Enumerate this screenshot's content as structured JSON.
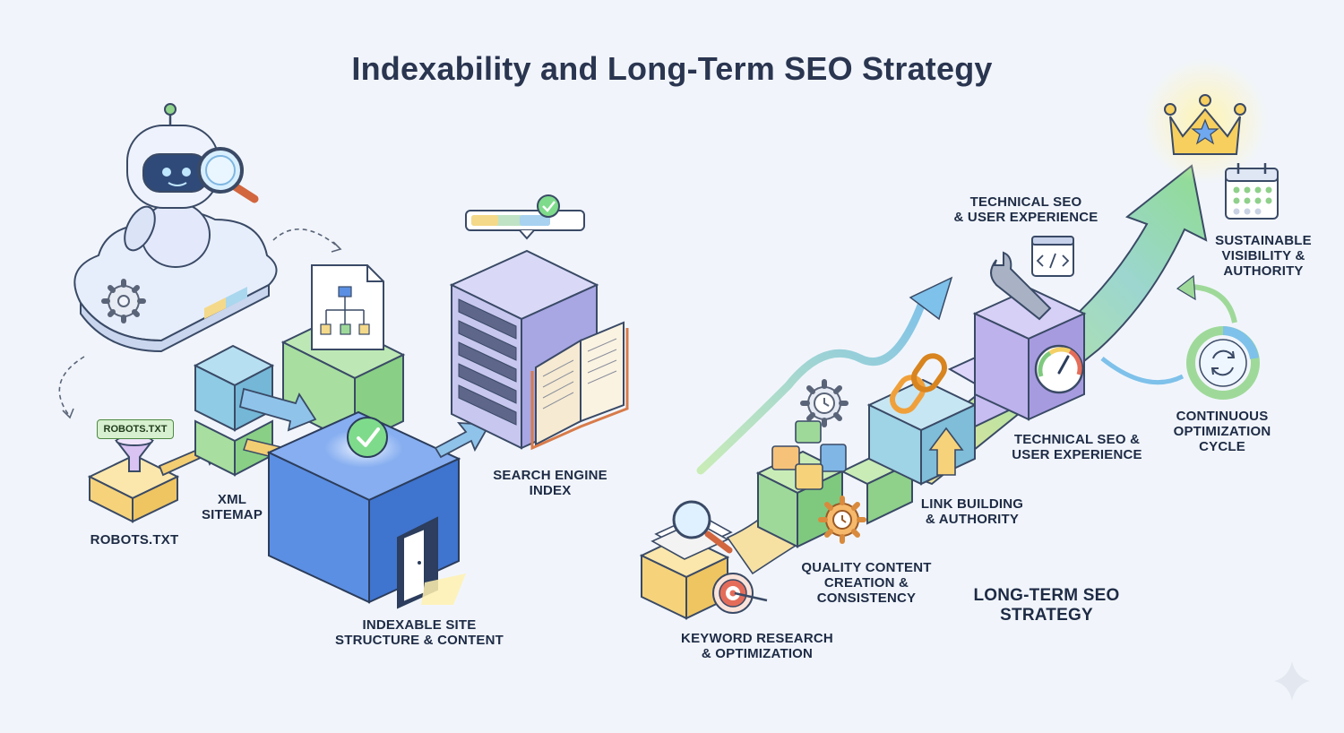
{
  "title": "Indexability and Long-Term SEO Strategy",
  "labels": {
    "robots_tag": "ROBOTS.TXT",
    "robots": "ROBOTS.TXT",
    "xml_sitemap": "XML\nSITEMAP",
    "indexable_site": "INDEXABLE SITE\nSTRUCTURE & CONTENT",
    "search_engine_index": "SEARCH ENGINE\nINDEX",
    "keyword_research": "KEYWORD RESEARCH\n& OPTIMIZATION",
    "quality_content": "QUALITY CONTENT\nCREATION &\nCONSISTENCY",
    "link_building": "LINK BUILDING\n& AUTHORITY",
    "technical_seo_top": "TECHNICAL SEO\n& USER EXPERIENCE",
    "technical_seo_mid": "TECHNICAL SEO &\nUSER EXPERIENCE",
    "continuous_cycle": "CONTINUOUS\nOPTIMIZATION\nCYCLE",
    "sustainable": "SUSTAINABLE\nVISIBILITY &\nAUTHORITY",
    "long_term_strategy": "LONG-TERM SEO\nSTRATEGY"
  },
  "colors": {
    "blue_box": "#5b8fe3",
    "green_box": "#9fd99a",
    "yellow_box": "#f6d889",
    "purple_box": "#b7aeea",
    "teal_box": "#9fd3e6",
    "arrow_green": "#a8e0a0",
    "arrow_blue": "#8fc6e8"
  },
  "icons": [
    "robot-icon",
    "magnifier-icon",
    "cloud-icon",
    "gear-icon",
    "funnel-icon",
    "sitemap-file-icon",
    "checkmark-icon",
    "door-icon",
    "server-icon",
    "book-icon",
    "progress-bar-icon",
    "target-icon",
    "chain-link-icon",
    "wrench-icon",
    "code-window-icon",
    "speedometer-icon",
    "crown-icon",
    "calendar-icon",
    "refresh-cycle-icon",
    "sparkle-icon"
  ]
}
